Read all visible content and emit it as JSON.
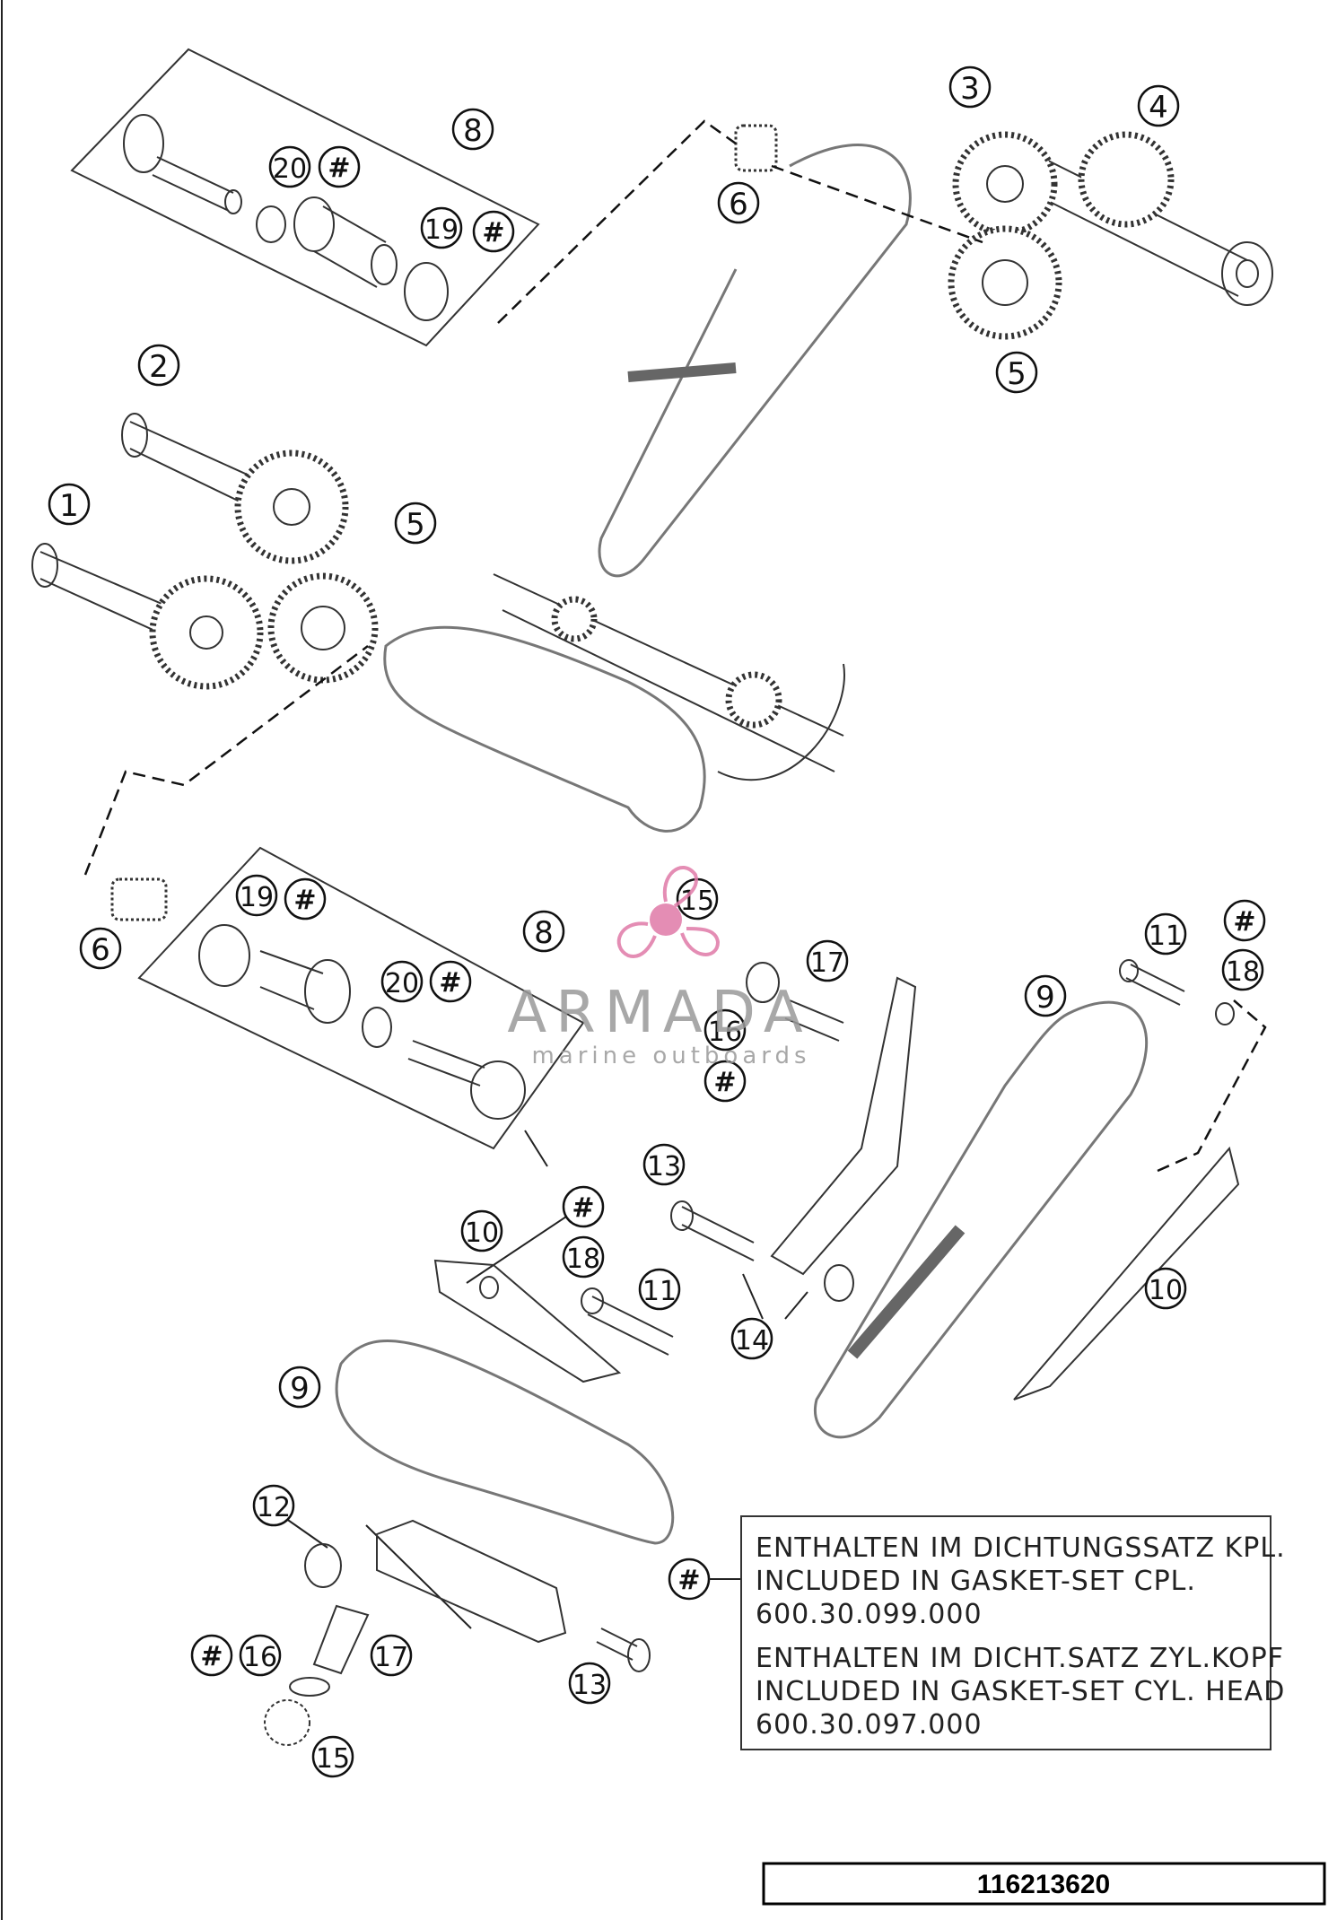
{
  "callouts": {
    "c1": "1",
    "c2": "2",
    "c3": "3",
    "c4": "4",
    "c5": "5",
    "c6": "6",
    "c8": "8",
    "c9": "9",
    "c10": "10",
    "c11": "11",
    "c12": "12",
    "c13": "13",
    "c14": "14",
    "c15": "15",
    "c16": "16",
    "c17": "17",
    "c18": "18",
    "c19": "19",
    "c20": "20",
    "hash": "#"
  },
  "legend": {
    "line1": "ENTHALTEN IM DICHTUNGSSATZ KPL.",
    "line2": "INCLUDED IN GASKET-SET CPL.",
    "line3": "600.30.099.000",
    "line4": "ENTHALTEN IM DICHT.SATZ ZYL.KOPF",
    "line5": "INCLUDED IN GASKET-SET CYL. HEAD",
    "line6": "600.30.097.000"
  },
  "watermark": {
    "brand": "ARMADA",
    "tagline": "marine outboards",
    "accent_color": "#e07aa8"
  },
  "part_number": "116213620"
}
